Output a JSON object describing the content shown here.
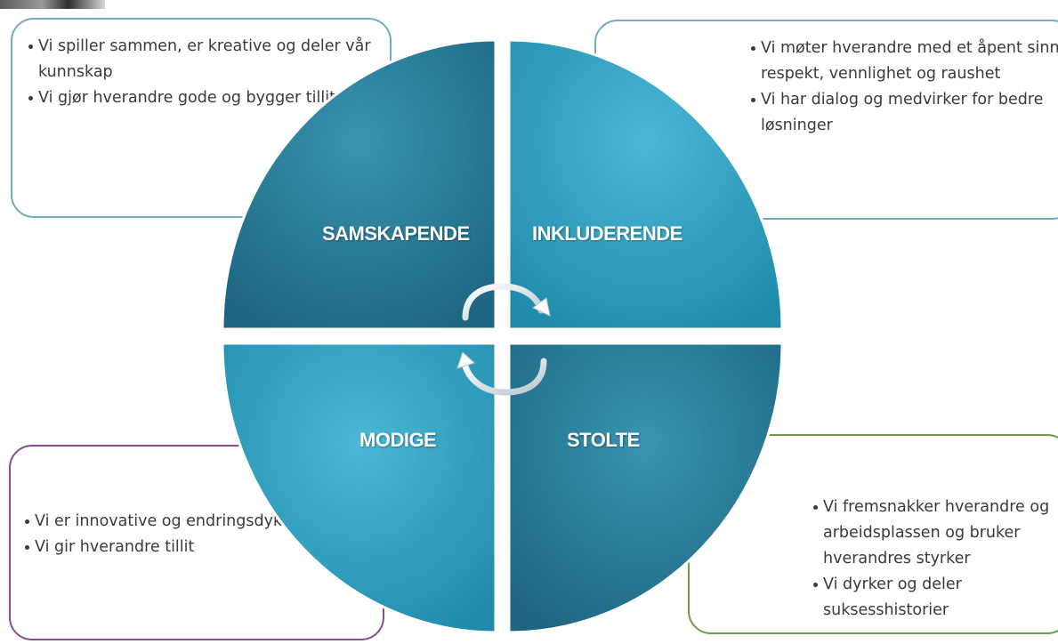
{
  "quadrants": [
    {
      "id": "tl",
      "label": "SAMSKAPENDE",
      "color": "#2a7a95",
      "bullets": [
        "Vi spiller sammen, er kreative og deler vår kunnskap",
        "Vi gjør hverandre gode og bygger tillit"
      ]
    },
    {
      "id": "tr",
      "label": "INKLUDERENDE",
      "color": "#2b9bbb",
      "bullets": [
        "Vi møter hverandre med et åpent sinn, respekt, vennlighet og raushet",
        "Vi har dialog og medvirker for bedre løsninger"
      ]
    },
    {
      "id": "bl",
      "label": "MODIGE",
      "color": "#2b9bbb",
      "bullets": [
        "Vi er innovative og endringsdyktige",
        "Vi gir hverandre tillit"
      ]
    },
    {
      "id": "br",
      "label": "STOLTE",
      "color": "#2a7a95",
      "bullets": [
        "Vi fremsnakker hverandre og arbeidsplassen og bruker hverandres styrker",
        "Vi dyrker og deler suksesshistorier"
      ]
    }
  ],
  "colors": {
    "box_tl_border": "#73a9c3",
    "box_tr_border": "#73a9c3",
    "box_bl_border": "#8a4e8f",
    "box_br_border": "#6a9c53"
  }
}
